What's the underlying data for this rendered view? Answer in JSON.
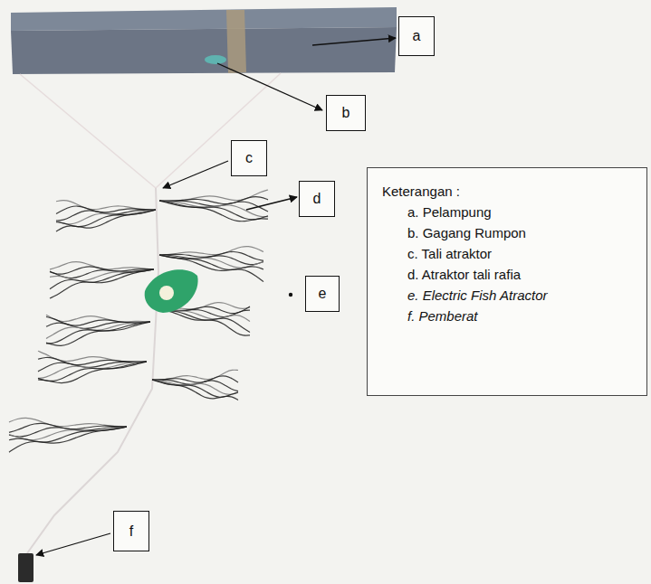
{
  "diagram": {
    "nodes": [
      {
        "text": [
          "a"
        ]
      },
      {
        "text": [
          "b"
        ]
      },
      {
        "text": [
          "c"
        ]
      },
      {
        "text": [
          "d"
        ]
      },
      {
        "text": [
          "Keterangan :",
          "a. Pelampung",
          "b. Gagang Rumpon",
          "c. Tali atraktor",
          "d. Atraktor tali rafia",
          "e. Electric Fish Atractor",
          "f. Pemberat"
        ]
      },
      {
        "text": [
          "e"
        ]
      },
      {
        "text": [
          "f"
        ]
      }
    ],
    "edges": []
  }
}
